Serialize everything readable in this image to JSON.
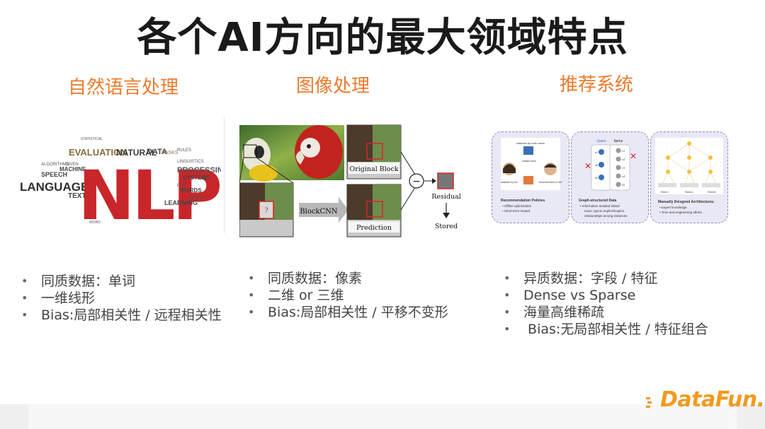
{
  "title": "各个AI方向的最大领域特点",
  "columns": [
    {
      "heading": "自然语言处理",
      "bullets": [
        "同质数据：单词",
        "一维线形",
        "Bias:局部相关性 / 远程相关性"
      ]
    },
    {
      "heading": "图像处理",
      "bullets": [
        "同质数据：像素",
        "二维 or 三维",
        "Bias:局部相关性 / 平移不变形"
      ]
    },
    {
      "heading": "推荐系统",
      "bullets": [
        "异质数据：字段 / 特征",
        "Dense vs Sparse",
        "海量高维稀疏",
        " Bias:无局部相关性 / 特征组合"
      ]
    }
  ],
  "nlp_cloud": {
    "big": "NLP",
    "words": [
      "LANGUAGE",
      "EVALUATION",
      "NATURAL",
      "DATA",
      "TASKS",
      "RULES",
      "PROCESSING",
      "SYSTEMS",
      "SPEECH",
      "MACHINE",
      "TEXT",
      "LEARNING",
      "WORDS",
      "STATISTICAL",
      "LINGUISTICS",
      "ALGORITHMS",
      "GIVEN",
      "SYSTEM",
      "EDIT",
      "WORD"
    ]
  },
  "image_diagram": {
    "original_block": "Original Block",
    "prediction": "Prediction",
    "blockcnn": "BlockCNN",
    "residual": "Residual",
    "stored": "Stored",
    "question": "?",
    "minus": "−"
  },
  "rec_panels": [
    {
      "caption_title": "Recommendation Policies",
      "caption_lines": [
        "•  Offline optimization",
        "•  Short-term reward"
      ],
      "labels": [
        "watched by both users",
        "similar users",
        "watched by her",
        "recommended to him"
      ]
    },
    {
      "caption_title": "Graph-structured Data",
      "caption_lines": [
        "•  Information Isolated Island",
        "Issue: ignore implicit/explicit",
        "relationships among instances"
      ],
      "labels": [
        "Users",
        "Items",
        "u1",
        "u2",
        "u3",
        "v1",
        "v2",
        "v3",
        "v4",
        "v5"
      ]
    },
    {
      "caption_title": "Manually Deisgned Architectures",
      "caption_lines": [
        "•  Expert knowledge",
        "•  Time and engineering efforts"
      ],
      "labels": [
        "Field 1",
        "Field m",
        "Field M"
      ]
    }
  ],
  "logo": "DataFun.",
  "colors": {
    "accent": "#ee7a2d",
    "logo": "#f29a1f",
    "nlp_red": "#c8262a",
    "panel": "#e9e8f5"
  }
}
